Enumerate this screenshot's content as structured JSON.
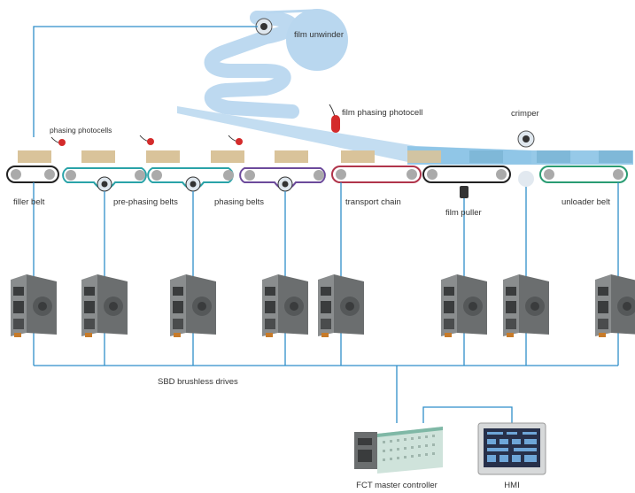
{
  "labels": {
    "film_unwinder": "film unwinder",
    "phasing_photocells": "phasing photocells",
    "film_phasing_photocell": "film phasing photocell",
    "crimper": "crimper",
    "filler_belt": "filler belt",
    "pre_phasing_belts": "pre-phasing belts",
    "phasing_belts": "phasing belts",
    "transport_chain": "transport chain",
    "film_puller": "film puller",
    "unloader_belt": "unloader belt",
    "sbd_drives": "SBD brushless drives",
    "fct_master_controller": "FCT master controller",
    "hmi": "HMI"
  },
  "colors": {
    "wire": "#2f8ec9",
    "film": "#b9d7ef",
    "film_dark": "#8bc3e6",
    "filler_belt": "#222222",
    "pre_phasing_belt": "#2aa3a8",
    "phasing_belt": "#6c4a9b",
    "transport_chain": "#b0354b",
    "film_puller_belt": "#222222",
    "unloader_belt": "#2a9c73",
    "product": "#d9c39a",
    "photocell": "#d42b2b",
    "drive_body": "#6b6e6f",
    "drive_dark": "#3a3c3d"
  },
  "icons": {
    "photocell": "sensor-icon",
    "drive": "servo-drive-icon",
    "controller": "plc-icon",
    "hmi": "touch-panel-icon"
  }
}
